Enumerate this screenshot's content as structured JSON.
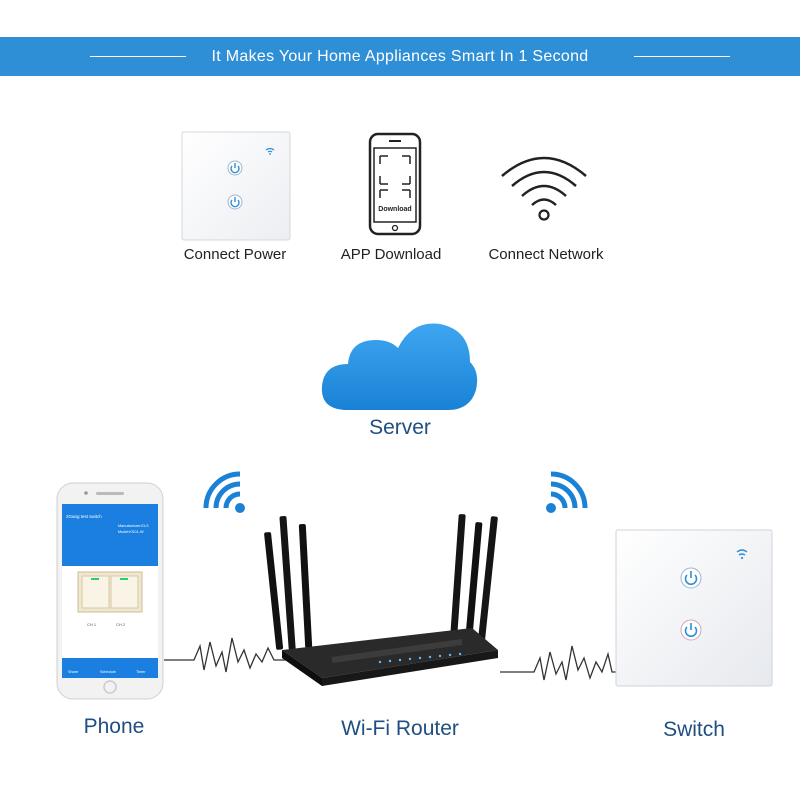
{
  "banner": {
    "title": "It Makes Your Home Appliances Smart In 1 Second"
  },
  "steps": [
    {
      "label": "Connect Power",
      "icon": "wall-switch-icon"
    },
    {
      "label": "APP Download",
      "icon": "phone-download-icon",
      "button_text": "Download"
    },
    {
      "label": "Connect Network",
      "icon": "wifi-icon"
    }
  ],
  "diagram": {
    "server_label": "Server",
    "phone_label": "Phone",
    "router_label": "Wi-Fi Router",
    "switch_label": "Switch"
  },
  "phone_app": {
    "device_name": "2Gang test switch",
    "info_line1": "Manufacturer:ELS",
    "info_line2": "Model:KS01-W",
    "btn1_label": "CH 1",
    "btn2_label": "CH 2",
    "nav": [
      "Share",
      "Schedule",
      "Timer"
    ]
  },
  "colors": {
    "accent": "#2f8fd6",
    "cloud": "#1e8ee0",
    "label_blue": "#1f4f82"
  }
}
